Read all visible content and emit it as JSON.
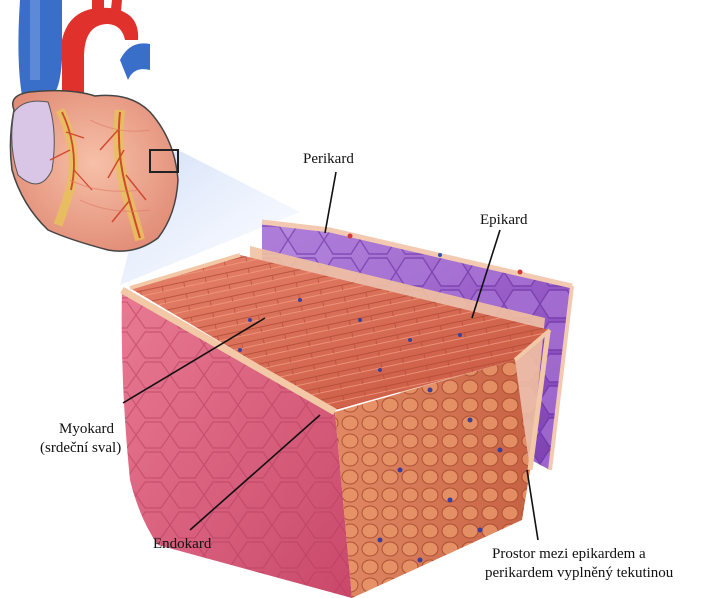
{
  "labels": {
    "perikard": "Perikard",
    "epikard": "Epikard",
    "myokard_line1": "Myokard",
    "myokard_line2": "(srdeční sval)",
    "endokard": "Endokard",
    "prostor_line1": "Prostor mezi epikardem a",
    "prostor_line2": "perikardem vyplněný tekutinou"
  },
  "colors": {
    "pericardium": "#9a5fc8",
    "myocardium": "#d9607a",
    "muscle_fiber": "#d86a52",
    "endocardium": "#f2c8a6",
    "aorta": "#e0312c",
    "vena_cava": "#3a6fc9",
    "heart_surface": "#f1a98c",
    "coronary_fat": "#e8c15a"
  }
}
